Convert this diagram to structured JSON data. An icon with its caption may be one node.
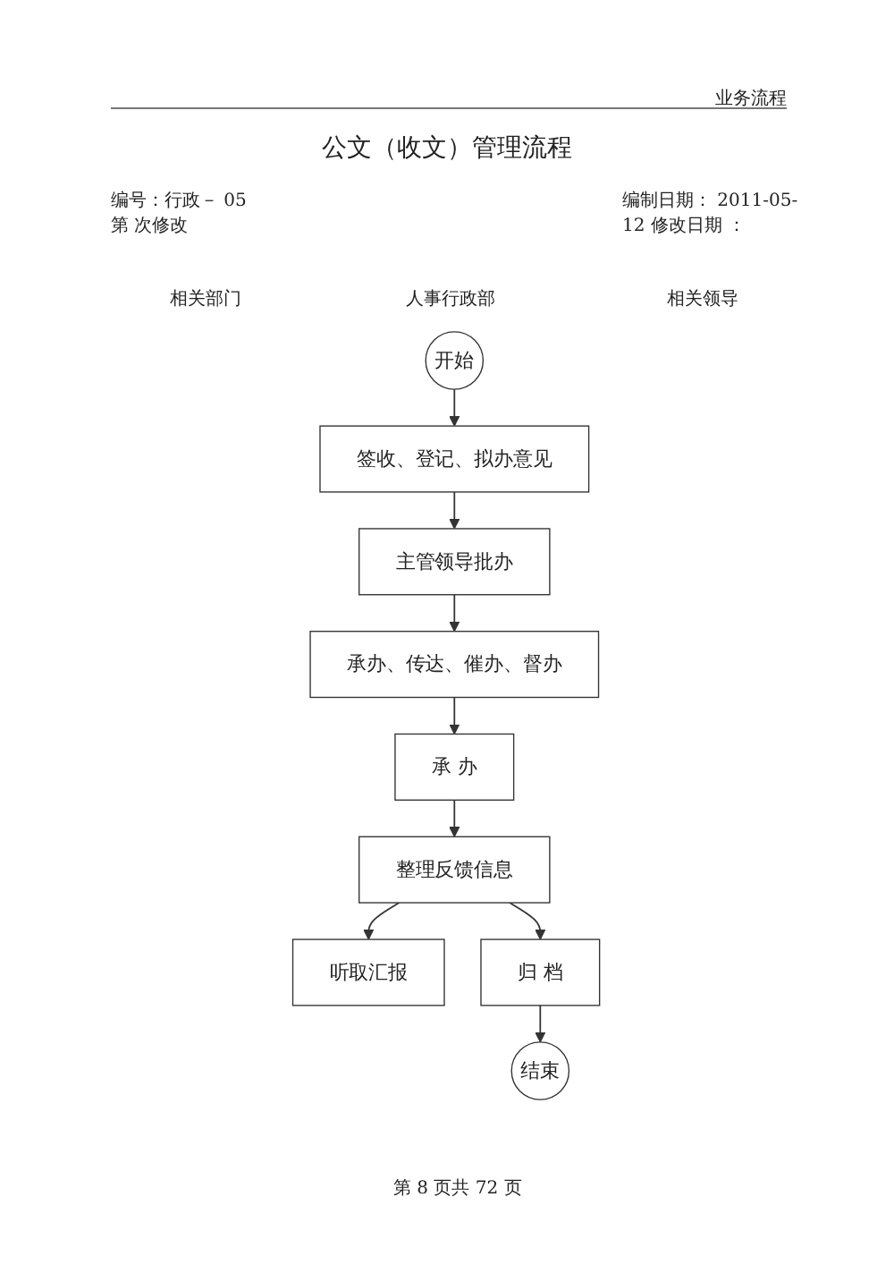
{
  "diagram": {
    "title": "公文（收文）管理流程",
    "nodes": [
      {
        "text": [
          "开始"
        ]
      },
      {
        "text": [
          "签收、登记、拟办意见"
        ]
      },
      {
        "text": [
          "主管领导批办"
        ]
      },
      {
        "text": [
          "承办、传达、催办、督办"
        ]
      },
      {
        "text": [
          "承 办"
        ]
      },
      {
        "text": [
          "整理反馈信息"
        ]
      },
      {
        "text": [
          "听取汇报"
        ]
      },
      {
        "text": [
          "归 档"
        ]
      },
      {
        "text": [
          "结束"
        ]
      }
    ],
    "edges": [
      {
        "from": 0,
        "to": 1,
        "arrow": "to"
      },
      {
        "from": 1,
        "to": 2,
        "arrow": "to"
      },
      {
        "from": 2,
        "to": 3,
        "arrow": "to"
      },
      {
        "from": 3,
        "to": 4,
        "arrow": "to"
      },
      {
        "from": 4,
        "to": 5,
        "arrow": "to"
      },
      {
        "from": 5,
        "to": 6,
        "arrow": "to"
      },
      {
        "from": 5,
        "to": 7,
        "arrow": "to"
      },
      {
        "from": 7,
        "to": 8,
        "arrow": "to"
      }
    ],
    "labels": [
      "业务流程",
      "编号：行政－ 05",
      "编制日期： 2011-05-",
      "第 次修改",
      "12 修改日期 ：",
      "相关部门",
      "人事行政部",
      "相关领导",
      "第 8 页共 72 页"
    ]
  }
}
